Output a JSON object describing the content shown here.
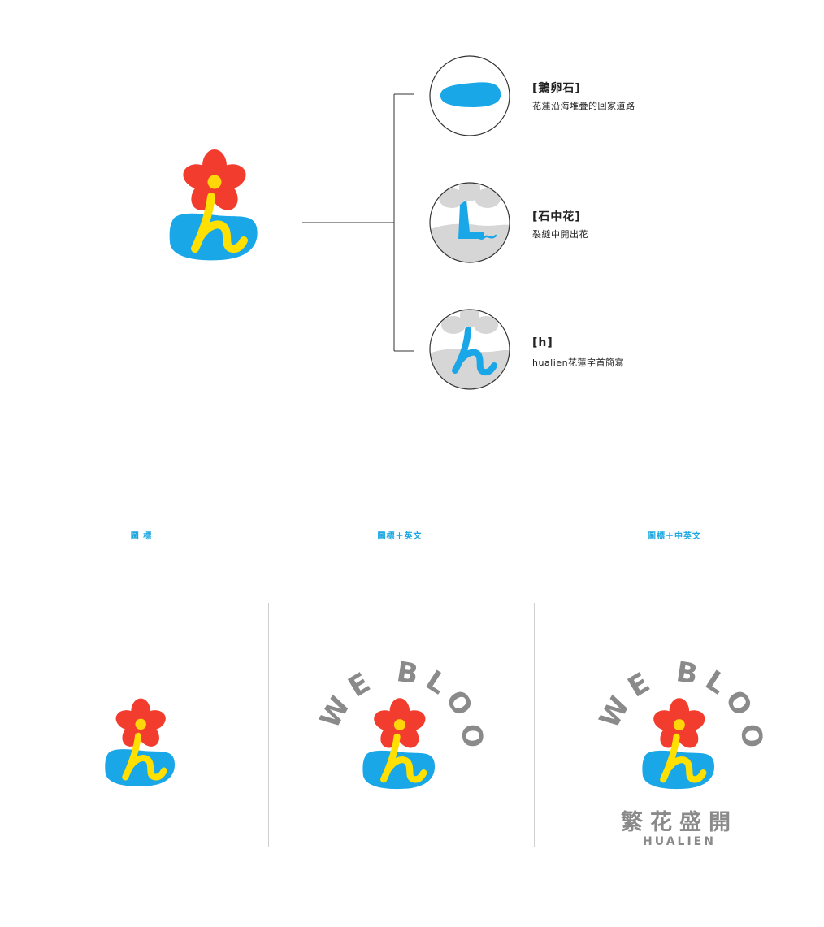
{
  "colors": {
    "petal": "#f23c2e",
    "center": "#ffd60a",
    "stem": "#ffe000",
    "pebble": "#1aa7e8",
    "gray": "#8a8a8a",
    "light_gray": "#d6d6d6",
    "label_blue": "#19a6e0"
  },
  "breakdown": {
    "items": [
      {
        "icon": "pebble-icon",
        "title": "[鵝卵石]",
        "desc": "花蓮沿海堆疊的回家道路"
      },
      {
        "icon": "stone-flower-icon",
        "title": "[石中花]",
        "desc": "裂縫中開出花"
      },
      {
        "icon": "letter-h-icon",
        "title": "[h]",
        "desc": "hualien花蓮字首簡寫"
      }
    ]
  },
  "variants": {
    "labels": [
      "圖 標",
      "圖標＋英文",
      "圖標＋中英文"
    ],
    "ring_text": "WE BLOOM!",
    "zh_name": "繁花盛開",
    "en_name": "HUALIEN"
  }
}
